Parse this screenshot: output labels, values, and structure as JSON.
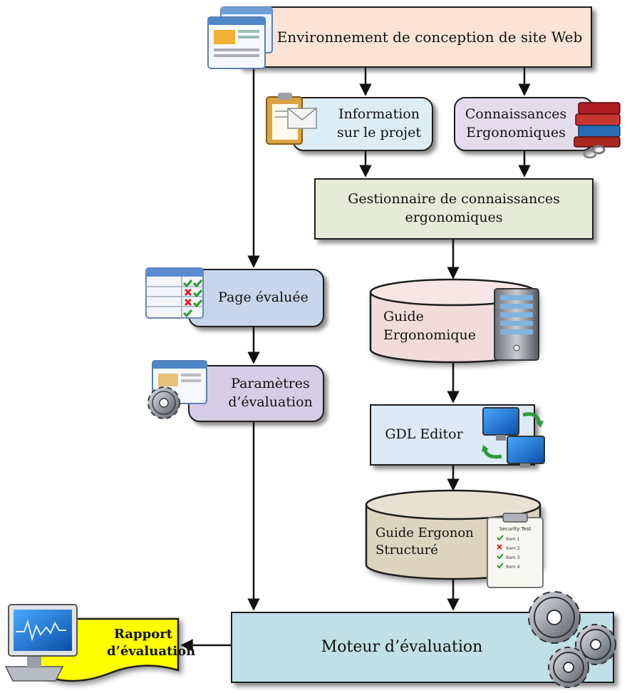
{
  "nodes": {
    "env": "Environnement de conception de site Web",
    "info": "Information\nsur le projet",
    "connaissances": "Connaissances\nErgonomiques",
    "gestionnaire": "Gestionnaire de connaissances\nergonomiques",
    "page": "Page évaluée",
    "params": "Paramètres\nd’évaluation",
    "guide": "Guide\nErgonomique",
    "gdl": "GDL  Editor",
    "guide_struct": "Guide Ergonon\nStructuré",
    "moteur": "Moteur d’évaluation",
    "rapport": "Rapport\nd’évaluation"
  },
  "clipboard_items": [
    "Security Test",
    "Item 1",
    "Item 2",
    "Item 3",
    "Item 4"
  ],
  "colors": {
    "env": "#fbe3d6",
    "info": "#dcedf5",
    "connaissances": "#e4dced",
    "gestionnaire": "#e6ebd7",
    "page": "#c7d6ea",
    "params": "#d5cde6",
    "guide": "#f2dcdb",
    "gdl": "#dde9f6",
    "guide_struct": "#ddd3bf",
    "moteur": "#bfe0e6",
    "rapport": "#ffff00"
  }
}
